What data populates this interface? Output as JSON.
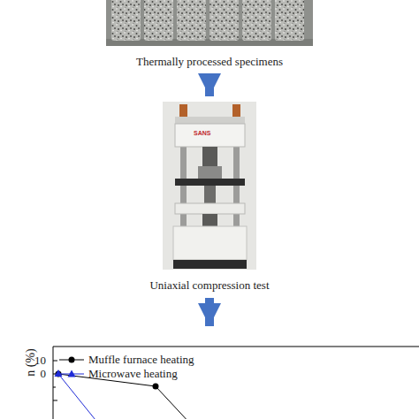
{
  "diagram": {
    "nodes": [
      {
        "text": [
          "Thermally processed specimens"
        ]
      },
      {
        "text": [
          "Uniaxial compression test"
        ]
      },
      {
        "text": [
          "n (%)",
          "10",
          "0"
        ]
      }
    ],
    "edges": [
      {
        "from": 0,
        "to": 1,
        "arrow": "to"
      },
      {
        "from": 1,
        "to": 2,
        "arrow": "to"
      }
    ],
    "labels": [
      "SANS"
    ],
    "legend": [
      {
        "text": "Muffle furnace heating"
      },
      {
        "text": "Microwave heating"
      }
    ]
  }
}
